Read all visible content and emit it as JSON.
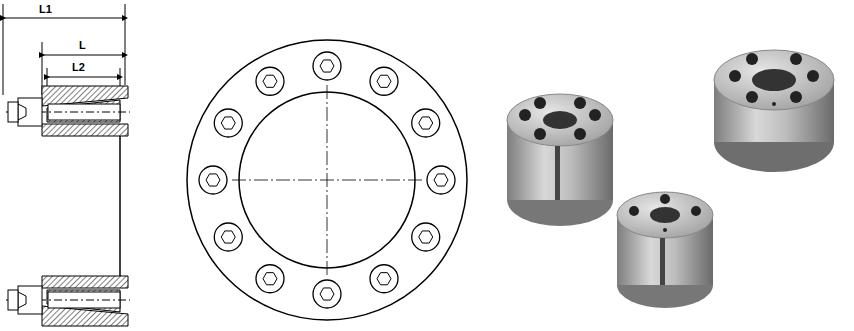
{
  "diagram": {
    "labels": [
      "L1",
      "L",
      "L2"
    ]
  }
}
